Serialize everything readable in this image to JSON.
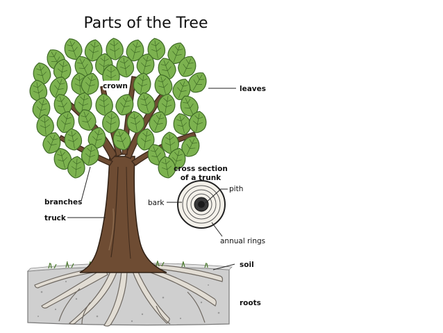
{
  "diagram": {
    "title": "Parts of the Tree",
    "labels": {
      "crown": "crown",
      "leaves": "leaves",
      "cross_section_line1": "cross section",
      "cross_section_line2": "of a trunk",
      "pith": "pith",
      "branches": "branches",
      "bark": "bark",
      "truck": "truck",
      "annual_rings": "annual rings",
      "soil": "soil",
      "roots": "roots"
    },
    "colors": {
      "leaf_fill": "#7cb24f",
      "leaf_dark": "#3f6b26",
      "trunk": "#6b4a32",
      "trunk_dark": "#3e2a1c",
      "soil": "#c9c9c9",
      "soil_dark": "#8c8c8c",
      "root": "#d9d4cc",
      "grass": "#5b8f3a"
    }
  }
}
